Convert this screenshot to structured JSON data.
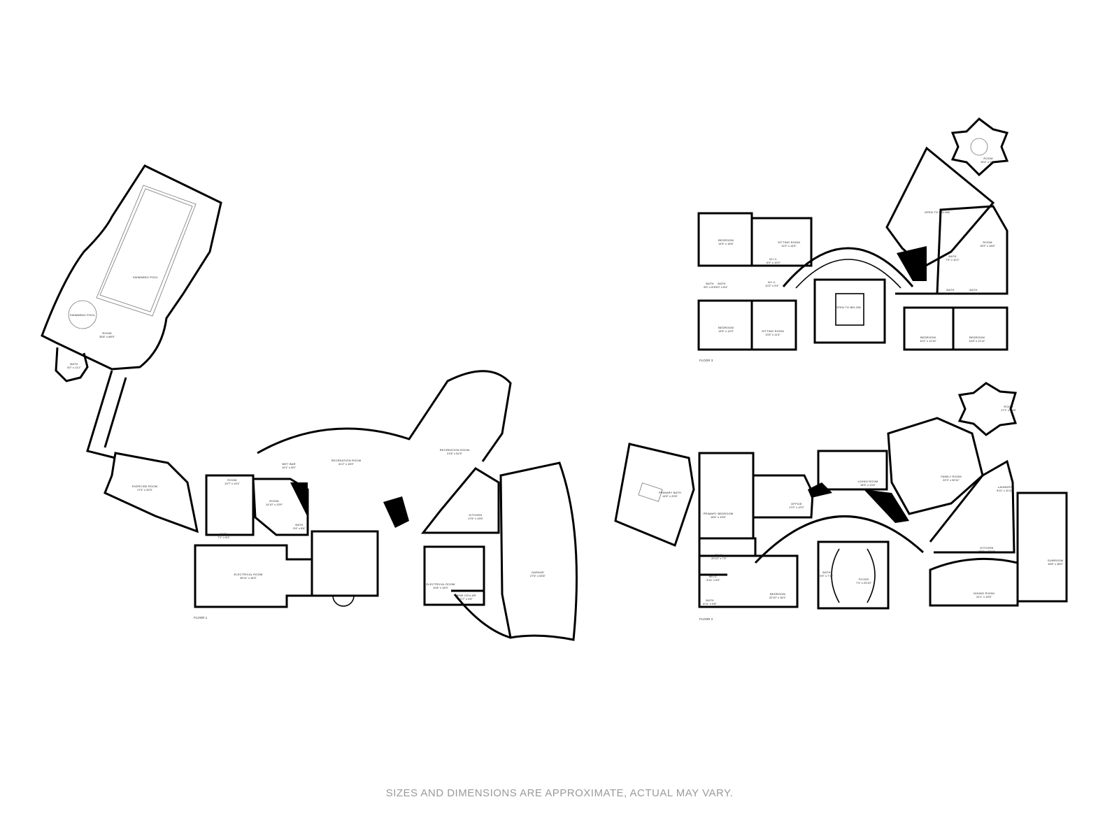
{
  "floors": [
    {
      "label": "FLOOR 1",
      "rooms": [
        {
          "name": "SWIMMING POOL",
          "dims": ""
        },
        {
          "name": "SWIMMING POOL",
          "dims": ""
        },
        {
          "name": "ROOM",
          "dims": "35'8\" x 68'9\""
        },
        {
          "name": "BATH",
          "dims": "8'2\" x 11'1\""
        },
        {
          "name": "EXERCISE ROOM",
          "dims": "17'4\" x 20'3\""
        },
        {
          "name": "ROOM",
          "dims": "13'7\" x 13'1\""
        },
        {
          "name": "ROOM",
          "dims": "14'10\" x 13'9\""
        },
        {
          "name": "BATH",
          "dims": "7'1\" x 8'4\""
        },
        {
          "name": "WET BAR",
          "dims": "10'1\" x 8'0\""
        },
        {
          "name": "BATH",
          "dims": "5'4\" x 8'6\""
        },
        {
          "name": "RECREATION ROOM",
          "dims": "41'2\" x 16'9\""
        },
        {
          "name": "RECREATION ROOM",
          "dims": "21'8\" x 51'5\""
        },
        {
          "name": "KITCHEN",
          "dims": "17'6\" x 19'5\""
        },
        {
          "name": "ELECTRICAL ROOM",
          "dims": "30'11\" x 16'3\""
        },
        {
          "name": "ELECTRICAL ROOM",
          "dims": "10'8\" x 16'3\""
        },
        {
          "name": "WINE CELLAR",
          "dims": "10'7\" x 5'5\""
        },
        {
          "name": "GARAGE",
          "dims": "27'5\" x 53'6\""
        }
      ]
    },
    {
      "label": "FLOOR 3",
      "rooms": [
        {
          "name": "BEDROOM",
          "dims": "14'5\" x 16'6\""
        },
        {
          "name": "SITTING ROOM",
          "dims": "11'0\" x 14'9\""
        },
        {
          "name": "W.I.C.",
          "dims": "6'0\" x 10'0\""
        },
        {
          "name": "BATH",
          "dims": "8'0\" x 6'4\""
        },
        {
          "name": "BATH",
          "dims": "6'0\" x 8'4\""
        },
        {
          "name": "W.I.C.",
          "dims": "10'2\" x 9'4\""
        },
        {
          "name": "BEDROOM",
          "dims": "14'5\" x 14'3\""
        },
        {
          "name": "SITTING ROOM",
          "dims": "13'5\" x 11'4\""
        },
        {
          "name": "OPEN TO BELOW",
          "dims": ""
        },
        {
          "name": "OPEN TO BELOW",
          "dims": ""
        },
        {
          "name": "ROOM",
          "dims": "15'4\" x 15'1\""
        },
        {
          "name": "ROOM",
          "dims": "15'9\" x 16'6\""
        },
        {
          "name": "BATH",
          "dims": "7'9\" x 10'1\""
        },
        {
          "name": "BATH",
          "dims": "6'5\" x 5'5\""
        },
        {
          "name": "BATH",
          "dims": "5'6\" x 5'5\""
        },
        {
          "name": "BEDROOM",
          "dims": "10'2\" x 11'10\""
        },
        {
          "name": "BEDROOM",
          "dims": "14'8\" x 11'11\""
        }
      ]
    },
    {
      "label": "FLOOR 2",
      "rooms": [
        {
          "name": "PRIMARY BATH",
          "dims": "14'5\" x 20'6\""
        },
        {
          "name": "PRIMARY BEDROOM",
          "dims": "16'6\" x 19'6\""
        },
        {
          "name": "OFFICE",
          "dims": "17'0\" x 12'2\""
        },
        {
          "name": "W.I.C.",
          "dims": "20'10\" x 7'4\""
        },
        {
          "name": "W.I.C.",
          "dims": "6'11\" x 6'0\""
        },
        {
          "name": "BATH",
          "dims": "6'11\" x 9'8\""
        },
        {
          "name": "BEDROOM",
          "dims": "22'10\" x 16'1\""
        },
        {
          "name": "BATH",
          "dims": "5'9\" x 7'11\""
        },
        {
          "name": "LIVING ROOM",
          "dims": "18'9\" x 13'4\""
        },
        {
          "name": "FAMILY ROOM",
          "dims": "22'3\" x 30'11\""
        },
        {
          "name": "ROOM",
          "dims": "17'1\" x 18'8\""
        },
        {
          "name": "LAUNDRY",
          "dims": "8'11\" x 11'10\""
        },
        {
          "name": "KITCHEN",
          "dims": "26'8\" x 23'10\""
        },
        {
          "name": "SUNROOM",
          "dims": "15'8\" x 36'0\""
        },
        {
          "name": "FOYER",
          "dims": "7'4\" x 23'10\""
        },
        {
          "name": "DINING ROOM",
          "dims": "22'1\" x 15'5\""
        }
      ]
    }
  ],
  "disclaimer": "SIZES AND DIMENSIONS ARE APPROXIMATE, ACTUAL MAY VARY."
}
